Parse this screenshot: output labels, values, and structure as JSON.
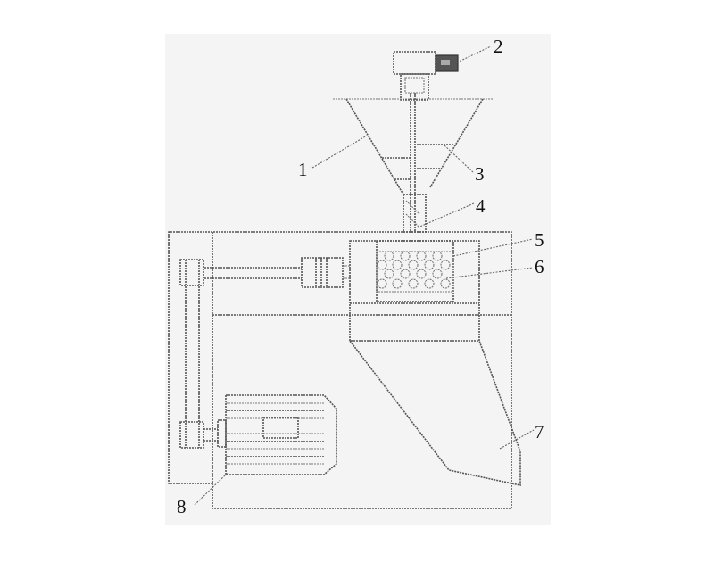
{
  "figure": {
    "type": "patent-drawing",
    "background_color": "#f4f4f4",
    "line_color": "#555555",
    "labels": [
      {
        "id": "1",
        "text": "1",
        "part": "hopper"
      },
      {
        "id": "2",
        "text": "2",
        "part": "feed-motor"
      },
      {
        "id": "3",
        "text": "3",
        "part": "screw-blades"
      },
      {
        "id": "4",
        "text": "4",
        "part": "feed-spout"
      },
      {
        "id": "5",
        "text": "5",
        "part": "crushing-chamber"
      },
      {
        "id": "6",
        "text": "6",
        "part": "crushing-roller"
      },
      {
        "id": "7",
        "text": "7",
        "part": "discharge-chute"
      },
      {
        "id": "8",
        "text": "8",
        "part": "drive-motor"
      }
    ]
  }
}
